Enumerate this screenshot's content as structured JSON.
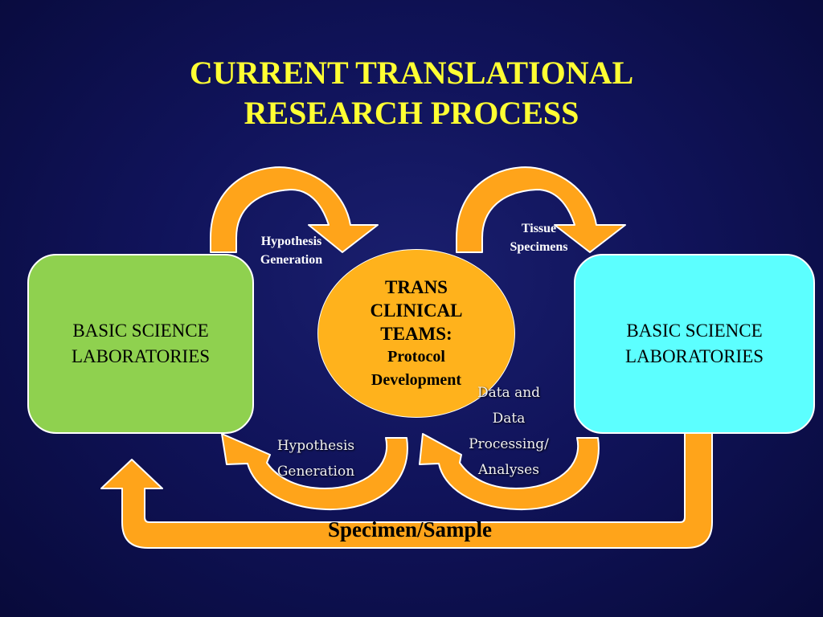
{
  "title_line1": "CURRENT TRANSLATIONAL",
  "title_line2": "RESEARCH PROCESS",
  "left_box": {
    "line1": "BASIC SCIENCE",
    "line2": "LABORATORIES"
  },
  "right_box": {
    "line1": "BASIC SCIENCE",
    "line2": "LABORATORIES"
  },
  "center": {
    "line1": "TRANS",
    "line2": "CLINICAL",
    "line3": "TEAMS:",
    "line4": "Protocol",
    "line5": "Development"
  },
  "arrow_labels": {
    "top_left_1": "Hypothesis",
    "top_left_2": "Generation",
    "top_right_1": "Tissue",
    "top_right_2": "Specimens",
    "bottom_left_1": "Hypothesis",
    "bottom_left_2": "Generation",
    "bottom_right_1": "Data and",
    "bottom_right_2": "Data",
    "bottom_right_3": "Processing/",
    "bottom_right_4": "Analyses",
    "loop": "Specimen/Sample"
  },
  "colors": {
    "background": "#10135a",
    "title": "#ffff33",
    "arrow_fill": "#ffa41a",
    "left_box": "#8fd14f",
    "right_box": "#5cffff",
    "center_oval": "#ffb21c"
  }
}
